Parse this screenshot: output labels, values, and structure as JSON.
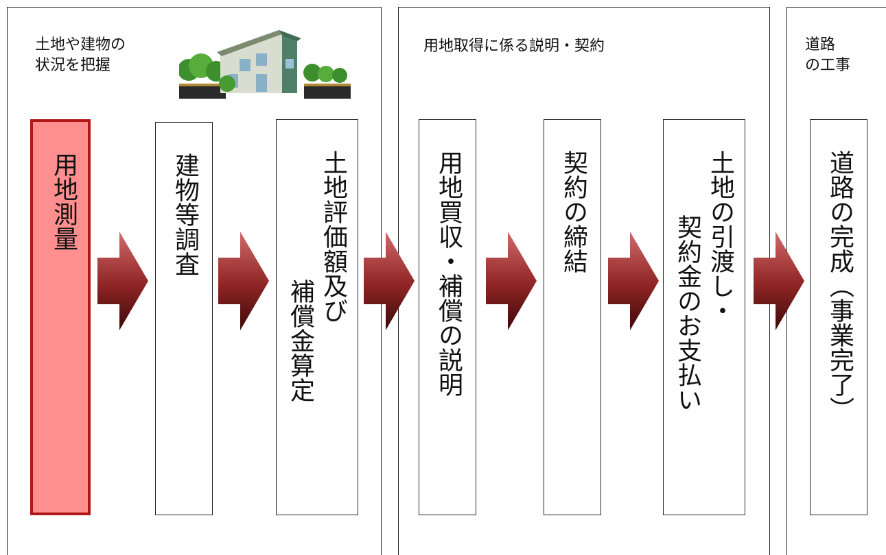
{
  "phases": [
    {
      "label": "土地や建物の\n状況を把握"
    },
    {
      "label": "用地取得に係る説明・契約"
    },
    {
      "label": "道路\nの工事"
    }
  ],
  "steps": [
    {
      "col1": "用地測量",
      "col2": ""
    },
    {
      "col1": "建物等調査",
      "col2": ""
    },
    {
      "col1": "土地評価額及び",
      "col2": "補償金算定"
    },
    {
      "col1": "用地買収・補償の説明",
      "col2": ""
    },
    {
      "col1": "契約の締結",
      "col2": ""
    },
    {
      "col1": "土地の引渡し・",
      "col2": "契約金のお支払い"
    },
    {
      "col1": "道路の完成（事業完了）",
      "col2": ""
    }
  ],
  "colors": {
    "active_fill": "#ff8f8f",
    "active_border": "#b01616",
    "arrow_light": "#c85a5a",
    "arrow_dark": "#4a0c0c"
  },
  "icons": [
    "house-illustration-icon",
    "flow-arrow-icon"
  ]
}
